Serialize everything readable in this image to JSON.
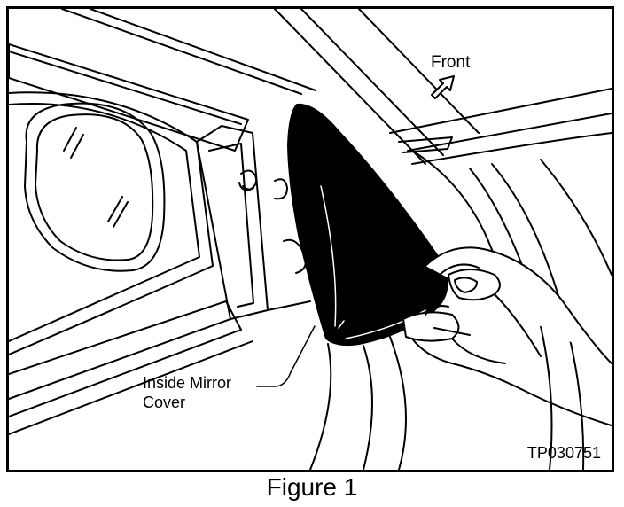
{
  "labels": {
    "front": "Front",
    "part_line1": "Inside Mirror",
    "part_line2": "Cover",
    "code": "TP030751"
  },
  "caption": "Figure 1",
  "colors": {
    "ink": "#000000",
    "paper": "#ffffff"
  }
}
